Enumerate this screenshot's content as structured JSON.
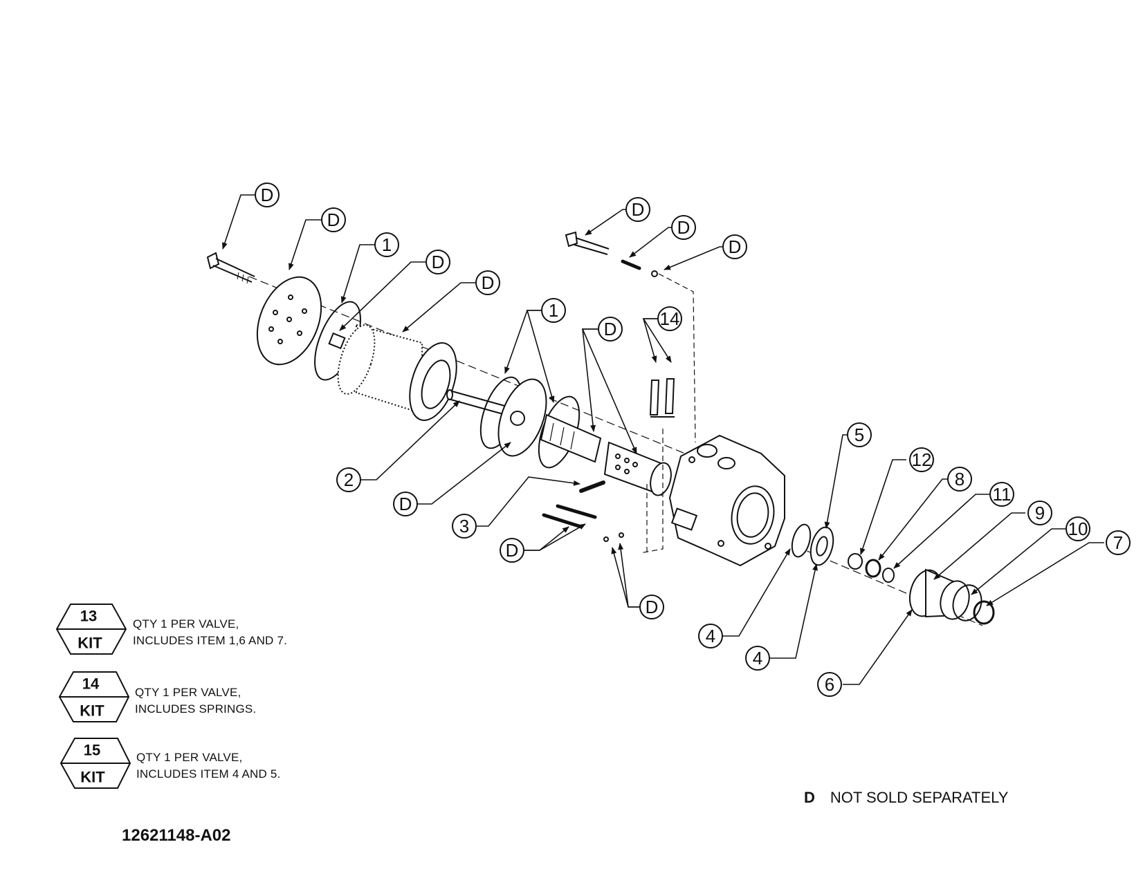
{
  "callouts": {
    "d": "D",
    "n1": "1",
    "n2": "2",
    "n3": "3",
    "n4": "4",
    "n5": "5",
    "n6": "6",
    "n7": "7",
    "n8": "8",
    "n9": "9",
    "n10": "10",
    "n11": "11",
    "n12": "12",
    "n14": "14"
  },
  "kits": [
    {
      "number": "13",
      "label": "KIT",
      "line1": "QTY 1 PER VALVE,",
      "line2": "INCLUDES ITEM 1,6 AND 7."
    },
    {
      "number": "14",
      "label": "KIT",
      "line1": "QTY 1 PER VALVE,",
      "line2": "INCLUDES SPRINGS."
    },
    {
      "number": "15",
      "label": "KIT",
      "line1": "QTY 1 PER VALVE,",
      "line2": "INCLUDES ITEM 4 AND 5."
    }
  ],
  "note": {
    "symbol": "D",
    "text": "NOT SOLD SEPARATELY"
  },
  "drawing_number": "12621148-A02"
}
